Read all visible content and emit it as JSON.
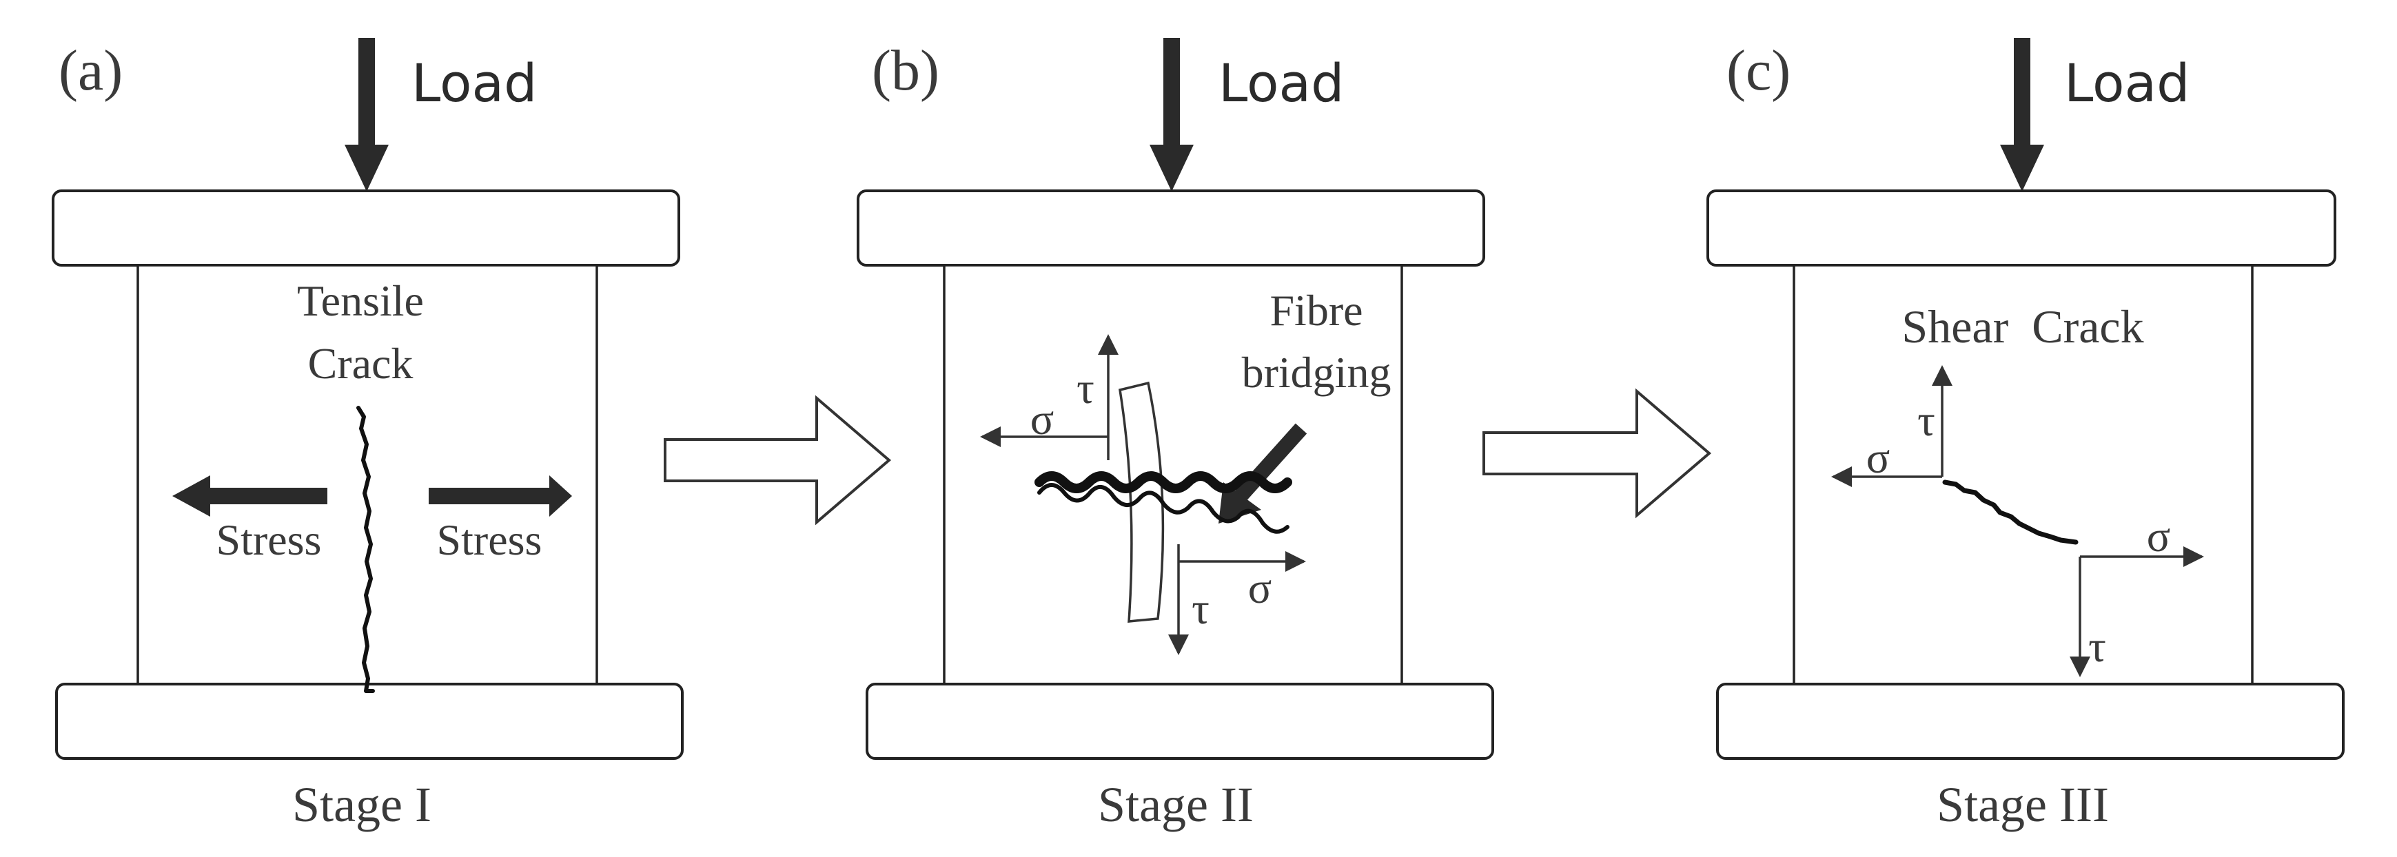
{
  "panels": [
    {
      "id": "a",
      "label": "(a)",
      "load": "Load",
      "stage": "Stage I",
      "crack_title_1": "Tensile",
      "crack_title_2": "Crack",
      "stress_left": "Stress",
      "stress_right": "Stress"
    },
    {
      "id": "b",
      "label": "(b)",
      "load": "Load",
      "stage": "Stage II",
      "fibre_1": "Fibre",
      "fibre_2": "bridging",
      "tau_top": "τ",
      "sigma_top": "σ",
      "tau_bottom": "τ",
      "sigma_bottom": "σ"
    },
    {
      "id": "c",
      "label": "(c)",
      "load": "Load",
      "stage": "Stage III",
      "crack_title": "Shear  Crack",
      "tau_top": "τ",
      "sigma_left": "σ",
      "sigma_right": "σ",
      "tau_bottom": "τ"
    }
  ],
  "icons": {
    "load_arrow": "down-arrow-icon",
    "transition_arrow": "hollow-right-arrow-icon",
    "stress_arrow": "bold-arrow-icon"
  }
}
